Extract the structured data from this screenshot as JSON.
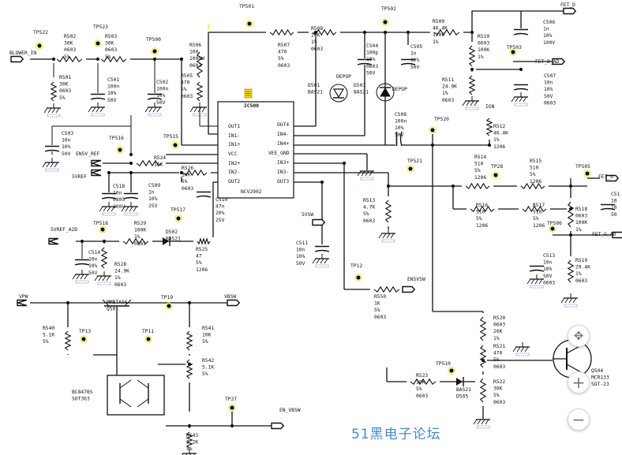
{
  "title": "",
  "ports": [
    "BLOWER_IN",
    "EN5V_REF",
    "5VREF",
    "5VREF_A2D",
    "FET_D",
    "FET_D_AD",
    "FET_G",
    "FET_G_AD",
    "EN5VSW",
    "EN_VBSW",
    "VPW",
    "VBSW",
    "5VSW"
  ],
  "test_points": [
    "TP522",
    "TP523",
    "TP500",
    "TP501",
    "TP502",
    "TP503",
    "TP520",
    "TP521",
    "TP28",
    "TP505",
    "TP506",
    "TP515",
    "TP516",
    "TP517",
    "TP518",
    "TP12",
    "TP19",
    "TP13",
    "TP11",
    "TP27",
    "TP510"
  ],
  "ic": {
    "ref": "IC500",
    "part": "NCV2902",
    "pins_left": [
      "OUT1",
      "IN1-",
      "IN1+",
      "VCC",
      "IN2+",
      "IN2-",
      "OUT2"
    ],
    "pins_right": [
      "OUT4",
      "IN4-",
      "IN4+",
      "VEE_GND",
      "IN3+",
      "IN3-",
      "OUT3"
    ]
  },
  "components": [
    {
      "ref": "R502",
      "lines": [
        "R502",
        "30K",
        "0603",
        "5%"
      ]
    },
    {
      "ref": "R503",
      "lines": [
        "R503",
        "30K",
        "0603",
        "5%"
      ]
    },
    {
      "ref": "R501",
      "lines": [
        "R501",
        "30K",
        "0603",
        "5%"
      ]
    },
    {
      "ref": "C501",
      "lines": [
        "C501",
        "100n",
        "10%",
        "50V"
      ]
    },
    {
      "ref": "C502",
      "lines": [
        "C502",
        "100n",
        "10%",
        "50V"
      ]
    },
    {
      "ref": "R506",
      "lines": [
        "R506",
        "100",
        "100mW",
        "0603"
      ]
    },
    {
      "ref": "R505",
      "lines": [
        "R505",
        "470",
        "5%",
        "0603"
      ]
    },
    {
      "ref": "R507",
      "lines": [
        "R507",
        "470",
        "5%",
        "0603"
      ]
    },
    {
      "ref": "R508",
      "lines": [
        "R508",
        "20K",
        "1%",
        "0603"
      ]
    },
    {
      "ref": "C504",
      "lines": [
        "C504",
        "100p",
        "10%",
        "0603",
        "50V"
      ]
    },
    {
      "ref": "C505",
      "lines": [
        "C505",
        "1n",
        "10%",
        "50V"
      ]
    },
    {
      "ref": "D501",
      "lines": [
        "D501",
        "BAS21"
      ]
    },
    {
      "ref": "D503",
      "lines": [
        "D503",
        "BAS21"
      ]
    },
    {
      "ref": "R509",
      "lines": [
        "R509",
        "46.4K",
        "1206",
        "1%"
      ]
    },
    {
      "ref": "R510",
      "lines": [
        "R510",
        "0603",
        "100K",
        "1%"
      ]
    },
    {
      "ref": "R511",
      "lines": [
        "R511",
        "24.9K",
        "1%",
        "0603"
      ]
    },
    {
      "ref": "C506",
      "lines": [
        "C506",
        "1n",
        "10%",
        "100V"
      ]
    },
    {
      "ref": "C507",
      "lines": [
        "C507",
        "10n",
        "10%",
        "50V",
        "0603"
      ]
    },
    {
      "ref": "R512",
      "lines": [
        "R512",
        "46.4K",
        "1%",
        "1206"
      ]
    },
    {
      "ref": "C508",
      "lines": [
        "C508",
        "100n",
        "10%",
        "50V"
      ]
    },
    {
      "ref": "C503",
      "lines": [
        "C503",
        "10n",
        "10%",
        "50V"
      ]
    },
    {
      "ref": "R524",
      "lines": [
        "R524",
        "10K"
      ]
    },
    {
      "ref": "R526",
      "lines": [
        "R526",
        "10K",
        "5%",
        "0603"
      ]
    },
    {
      "ref": "C518",
      "lines": [
        "C518",
        "10n",
        "0805",
        "100V"
      ]
    },
    {
      "ref": "C509",
      "lines": [
        "C509",
        "1n",
        "10%",
        "25V"
      ]
    },
    {
      "ref": "C510",
      "lines": [
        "C510",
        "47n",
        "20%",
        "25V"
      ]
    },
    {
      "ref": "R529",
      "lines": [
        "R529",
        "100K",
        "1%",
        "0805"
      ]
    },
    {
      "ref": "D502",
      "lines": [
        "D502",
        "BAS21"
      ]
    },
    {
      "ref": "R525",
      "lines": [
        "R525",
        "47",
        "5%",
        "1206"
      ]
    },
    {
      "ref": "C514",
      "lines": [
        "C514",
        "10n",
        "10%",
        "50V"
      ]
    },
    {
      "ref": "R528",
      "lines": [
        "R528",
        "24.9K",
        "1%",
        "0603"
      ]
    },
    {
      "ref": "C511",
      "lines": [
        "C511",
        "10n",
        "10%",
        "50V"
      ]
    },
    {
      "ref": "R513",
      "lines": [
        "R513",
        "4.7K",
        "5%",
        "0603"
      ]
    },
    {
      "ref": "R514",
      "lines": [
        "R514",
        "510",
        "5%",
        "1206"
      ]
    },
    {
      "ref": "R515",
      "lines": [
        "R515",
        "510",
        "5%",
        "1206"
      ]
    },
    {
      "ref": "R516",
      "lines": [
        "R516",
        "510",
        "5%",
        "1206"
      ]
    },
    {
      "ref": "R517",
      "lines": [
        "R517",
        "510",
        "5%",
        "1206"
      ]
    },
    {
      "ref": "R518",
      "lines": [
        "R518",
        "0603",
        "100K",
        "1%"
      ]
    },
    {
      "ref": "R519",
      "lines": [
        "R519",
        "29.4K",
        "1%",
        "0603"
      ]
    },
    {
      "ref": "C513",
      "lines": [
        "C513",
        "10n",
        "10%",
        "50V",
        "0603"
      ]
    },
    {
      "ref": "C51x",
      "lines": [
        "C51",
        "10",
        "10",
        "50"
      ]
    },
    {
      "ref": "R550",
      "lines": [
        "R550",
        "1K",
        "5%",
        "0603"
      ]
    },
    {
      "ref": "R540",
      "lines": [
        "R540",
        "5.1K",
        "5%"
      ]
    },
    {
      "ref": "Q501",
      "lines": [
        "MMBTA56",
        "Q501"
      ]
    },
    {
      "ref": "R541",
      "lines": [
        "R541",
        "10K",
        "5%"
      ]
    },
    {
      "ref": "R542",
      "lines": [
        "R542",
        "5.1K",
        "5%"
      ]
    },
    {
      "ref": "Q500",
      "lines": [
        "BC847BS",
        "SOT363"
      ]
    },
    {
      "ref": "R543",
      "lines": [
        "R543",
        "2.2K",
        "5%"
      ]
    },
    {
      "ref": "R520",
      "lines": [
        "R520",
        "0603",
        "20K",
        "1%"
      ]
    },
    {
      "ref": "R521",
      "lines": [
        "R521",
        "470",
        "5%",
        "0603"
      ]
    },
    {
      "ref": "R522",
      "lines": [
        "R522",
        "30K",
        "5%",
        "0603"
      ]
    },
    {
      "ref": "R523",
      "lines": [
        "R523",
        "10K",
        "5%",
        "0603"
      ]
    },
    {
      "ref": "D505",
      "lines": [
        "BAS21",
        "D505"
      ]
    },
    {
      "ref": "Q504",
      "lines": [
        "Q504",
        "MCR133",
        "SOT-23"
      ]
    }
  ],
  "net_labels": [
    "DEPOP",
    "DEPOP",
    "IGN"
  ],
  "watermark": "51黑电子论坛",
  "zoom_controls": {
    "fit_icon": "✥",
    "plus": "+",
    "minus": "−"
  }
}
